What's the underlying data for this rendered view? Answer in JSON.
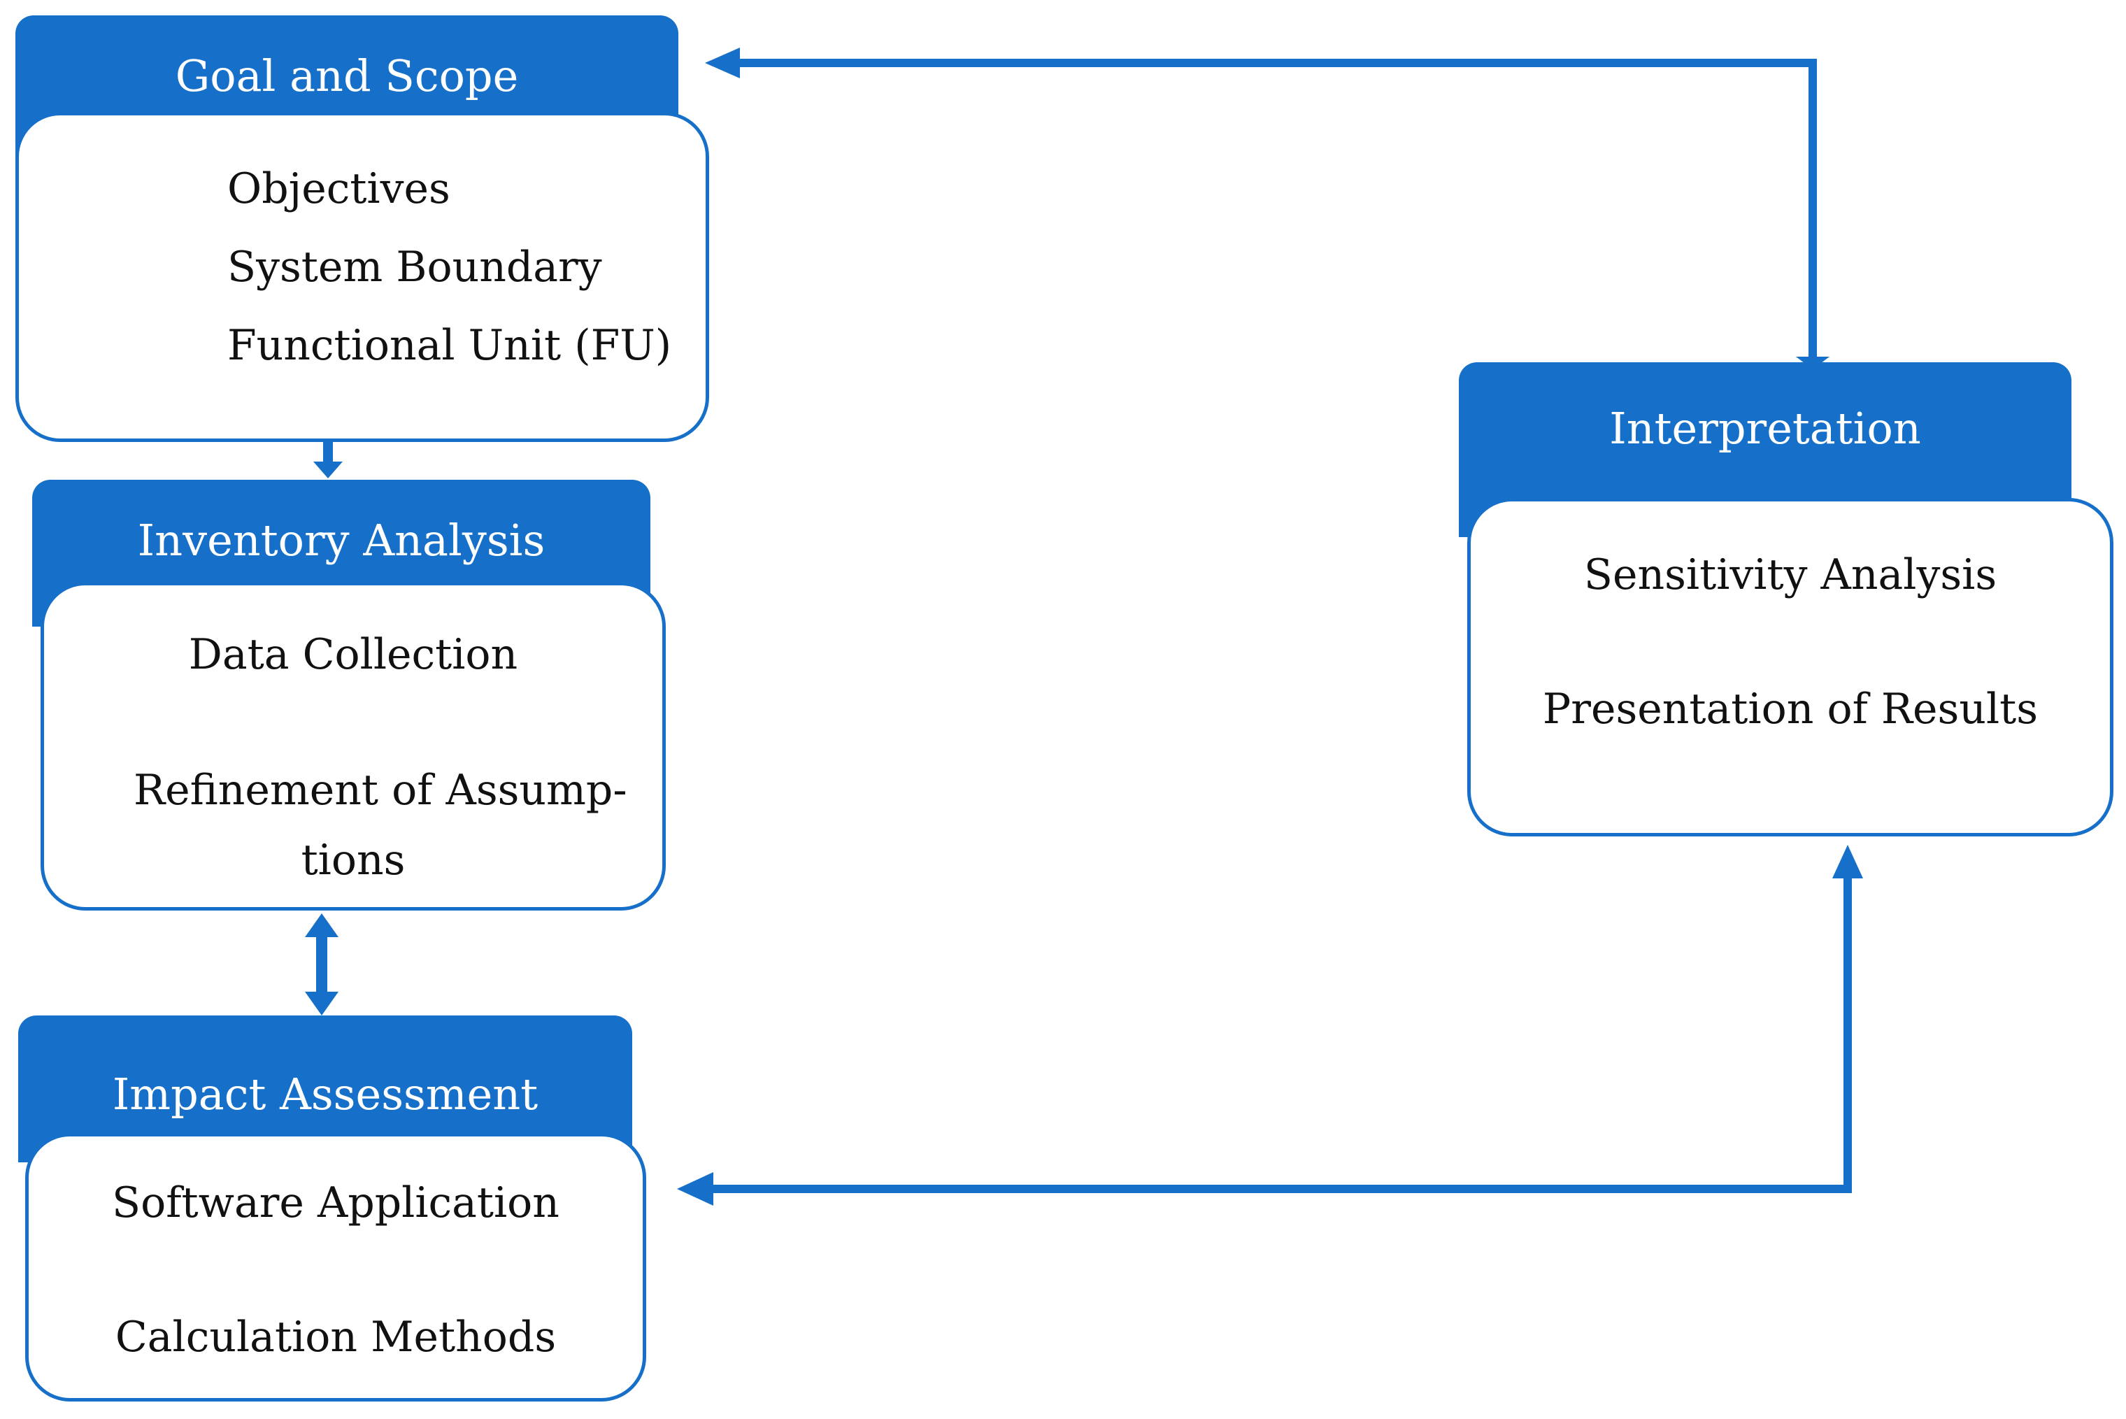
{
  "colors": {
    "accent": "#1670c9",
    "arrow": "#1670c9",
    "text": "#111111",
    "background": "#ffffff"
  },
  "stages": {
    "goal_scope": {
      "title": "Goal and Scope",
      "items": [
        "Objectives",
        "System Boundary",
        "Functional Unit (FU)"
      ]
    },
    "inventory": {
      "title": "Inventory Analysis",
      "items": [
        "Data Collection",
        "Refinement of Assump-",
        "tions"
      ]
    },
    "impact": {
      "title": "Impact Assessment",
      "items": [
        "Software Application",
        "Calculation Methods"
      ]
    },
    "interpretation": {
      "title": "Interpretation",
      "items": [
        "Sensitivity Analysis",
        "Presentation of Results"
      ]
    }
  }
}
